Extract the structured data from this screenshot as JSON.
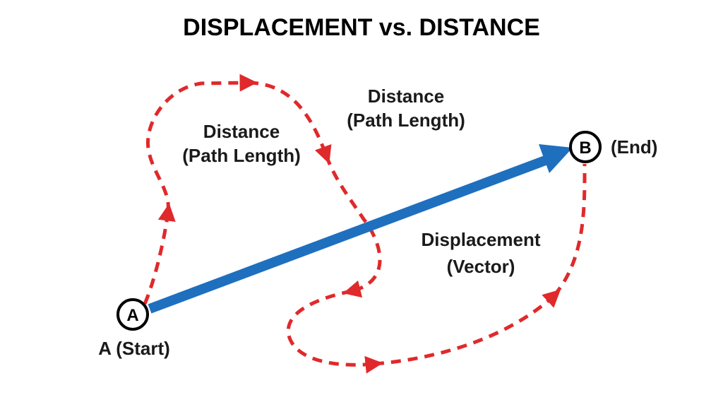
{
  "title": "DISPLACEMENT vs. DISTANCE",
  "colors": {
    "distance_path": "#e0292b",
    "displacement_arrow": "#1f6fbf",
    "node_stroke": "#000000",
    "text": "#1a1a1a"
  },
  "points": {
    "start": {
      "letter": "A",
      "label": "A (Start)"
    },
    "end": {
      "letter": "B",
      "label": "(End)"
    }
  },
  "labels": {
    "distance_left": {
      "line1": "Distance",
      "line2": "(Path Length)"
    },
    "distance_right": {
      "line1": "Distance",
      "line2": "(Path Length)"
    },
    "displacement": {
      "line1": "Displacement",
      "line2": "(Vector)"
    }
  }
}
